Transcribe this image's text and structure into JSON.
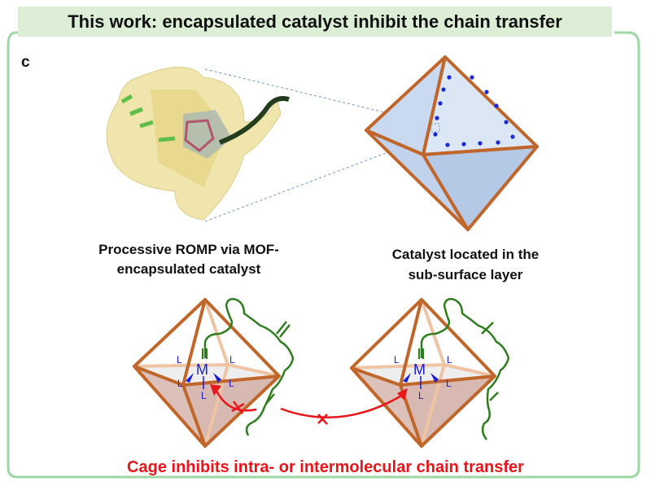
{
  "title": "This work: encapsulated catalyst inhibit the chain transfer",
  "panel_label": "c",
  "left_caption": [
    "Processive ROMP via MOF-",
    "encapsulated catalyst"
  ],
  "right_caption": [
    "Catalyst located in the",
    "sub-surface layer"
  ],
  "metal_label": "M",
  "ligand_label": "L",
  "bottom_caption": "Cage inhibits intra- or intermolecular chain transfer",
  "colors": {
    "frame": "#9ed7a6",
    "title_bg": "#dcefd6",
    "cage": "#c0662a",
    "polymer": "#2e7d1f",
    "metal": "#1a1adb",
    "arrow": "#e8151b"
  }
}
